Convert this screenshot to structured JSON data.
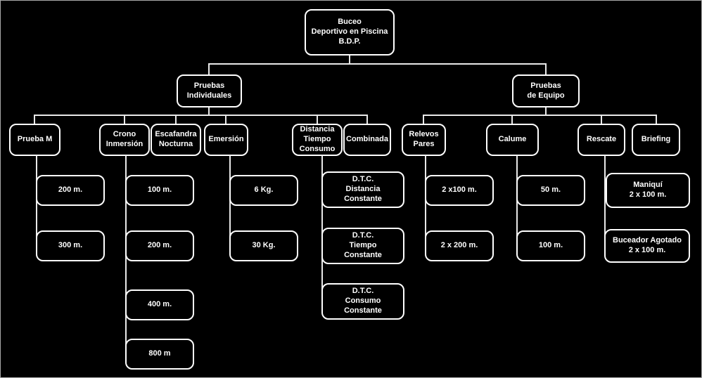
{
  "diagram": {
    "description": "Organigrama de Buceo Deportivo en Piscina",
    "colors": {
      "background": "#000000",
      "box_border": "#ffffff",
      "text": "#ffffff",
      "line": "#e9e9e9"
    },
    "nodes": {
      "root": "Buceo\nDeportivo en Piscina\nB.D.P.",
      "individuales": "Pruebas\nIndividuales",
      "equipo": "Pruebas\nde Equipo",
      "prueba_m": "Prueba M",
      "crono": "Crono\nInmersión",
      "escafandra": "Escafandra\nNocturna",
      "emersion": "Emersión",
      "dtc": "Distancia\nTiempo\nConsumo",
      "combinada": "Combinada",
      "relevos": "Relevos\nPares",
      "calume": "Calume",
      "rescate": "Rescate",
      "briefing": "Briefing",
      "pm_1": "200 m.",
      "pm_2": "300 m.",
      "crono_1": "100 m.",
      "crono_2": "200 m.",
      "crono_3": "400 m.",
      "crono_4": "800 m",
      "emersion_1": "6 Kg.",
      "emersion_2": "30 Kg.",
      "dtc_1": "D.T.C.\nDistancia\nConstante",
      "dtc_2": "D.T.C.\nTiempo\nConstante",
      "dtc_3": "D.T.C.\nConsumo\nConstante",
      "relevos_1": "2 x100 m.",
      "relevos_2": "2 x 200 m.",
      "calume_1": "50 m.",
      "calume_2": "100 m.",
      "rescate_1": "Maniquí\n2 x 100 m.",
      "rescate_2": "Buceador Agotado\n2 x 100 m."
    }
  }
}
